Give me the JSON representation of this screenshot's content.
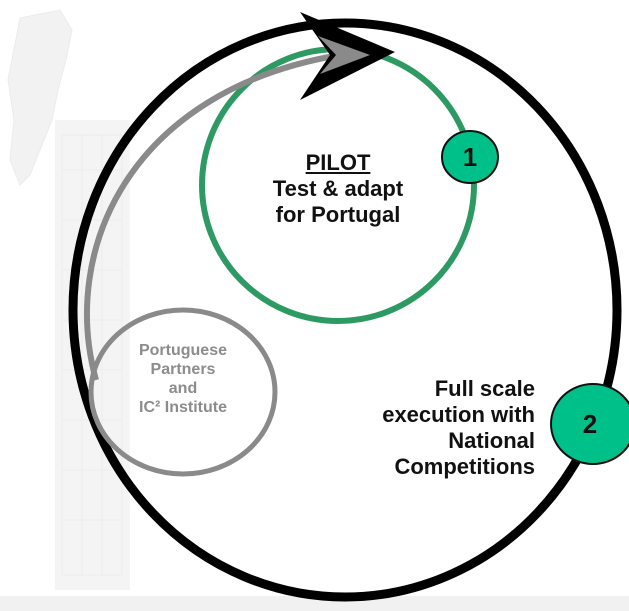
{
  "colors": {
    "outer_loop": "#000000",
    "pilot_circle": "#2e9a63",
    "partners_circle": "#8a8a8a",
    "return_arrow": "#8a8a8a",
    "badge_fill": "#00c08a",
    "background_map": "#eeeeee"
  },
  "pilot": {
    "title": "PILOT",
    "line1": "Test & adapt",
    "line2": "for Portugal"
  },
  "partners": {
    "line1": "Portuguese",
    "line2": "Partners",
    "line3": "and",
    "line4": "IC² Institute"
  },
  "fullscale": {
    "line1": "Full scale",
    "line2": "execution with",
    "line3": "National",
    "line4": "Competitions"
  },
  "badges": {
    "step1": "1",
    "step2": "2"
  },
  "icons": {
    "background": "portugal-map-watermark",
    "arrow": "arrowhead-icon"
  }
}
